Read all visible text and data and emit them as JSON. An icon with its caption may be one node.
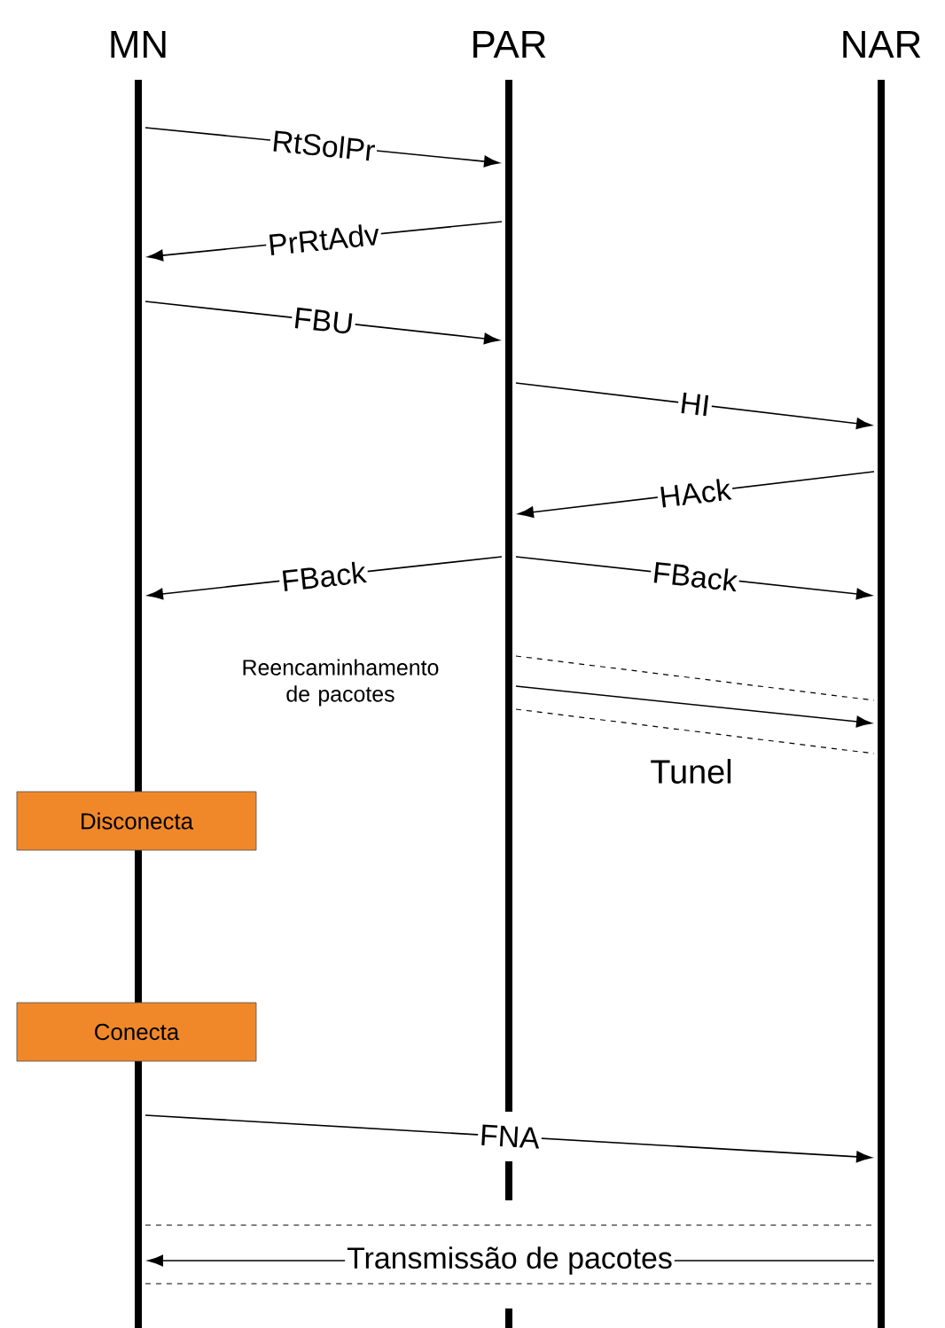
{
  "diagram": {
    "nodes": [
      {
        "text": [
          "MN"
        ]
      },
      {
        "text": [
          "PAR"
        ]
      },
      {
        "text": [
          "NAR"
        ]
      },
      {
        "text": [],
        "shape": "bar"
      },
      {
        "text": [],
        "shape": "bar"
      },
      {
        "text": [],
        "shape": "bar"
      },
      {
        "text": [],
        "shape": "bar"
      },
      {
        "text": [],
        "shape": "bar"
      },
      {
        "text": [
          "Disconecta"
        ]
      },
      {
        "text": [
          "Conecta"
        ]
      }
    ],
    "edges": [
      {
        "from": 3,
        "to": 6,
        "arrow": "to",
        "label": "RtSolPr"
      },
      {
        "from": 6,
        "to": 3,
        "arrow": "to",
        "label": "PrRtAdv"
      },
      {
        "from": 3,
        "to": 6,
        "arrow": "to",
        "label": "FBU"
      },
      {
        "from": 6,
        "to": 7,
        "arrow": "to",
        "label": "HI"
      },
      {
        "from": 7,
        "to": 6,
        "arrow": "to",
        "label": "HAck"
      },
      {
        "from": 6,
        "to": 3,
        "arrow": "to",
        "label": "FBack"
      },
      {
        "from": 6,
        "to": 7,
        "arrow": "to",
        "label": "FBack"
      },
      {
        "from": 6,
        "to": 7,
        "arrow": "none",
        "style": "dashed"
      },
      {
        "from": 6,
        "to": 7,
        "arrow": "to"
      },
      {
        "from": 6,
        "to": 7,
        "arrow": "none",
        "style": "dashed"
      },
      {
        "from": 5,
        "to": 7,
        "arrow": "to",
        "label": "FNA"
      },
      {
        "from": 5,
        "to": 7,
        "arrow": "none",
        "style": "dashed"
      },
      {
        "from": 7,
        "to": 5,
        "arrow": "to",
        "label": "Transmissão de pacotes"
      },
      {
        "from": 5,
        "to": 7,
        "arrow": "none",
        "style": "dashed"
      }
    ],
    "labels": [
      "Reencaminhamento de pacotes",
      "Tunel"
    ]
  }
}
